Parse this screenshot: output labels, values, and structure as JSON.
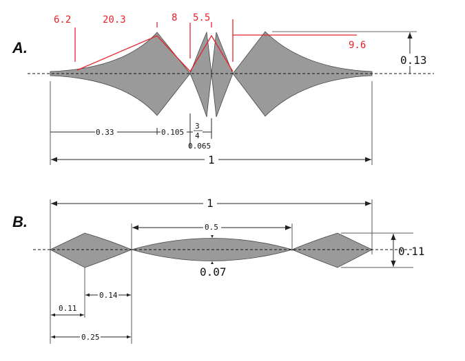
{
  "figure_a": {
    "label": "A.",
    "red_values": [
      "6.2",
      "20.3",
      "8",
      "5.5",
      "9.6"
    ],
    "dimensions": {
      "height": "0.13",
      "seg1": "0.33",
      "seg2": "0.105",
      "frac_num": "3",
      "frac_den": "4",
      "seg3": "0.065",
      "total": "1"
    }
  },
  "figure_b": {
    "label": "B.",
    "dimensions": {
      "total": "1",
      "middle_length": "0.5",
      "middle_height": "0.07",
      "height": "0.11",
      "d1": "0.11",
      "d2": "0.14",
      "d3": "0.25"
    }
  },
  "colors": {
    "shape": "#9a9a9a",
    "annotation": "#e8202a"
  }
}
